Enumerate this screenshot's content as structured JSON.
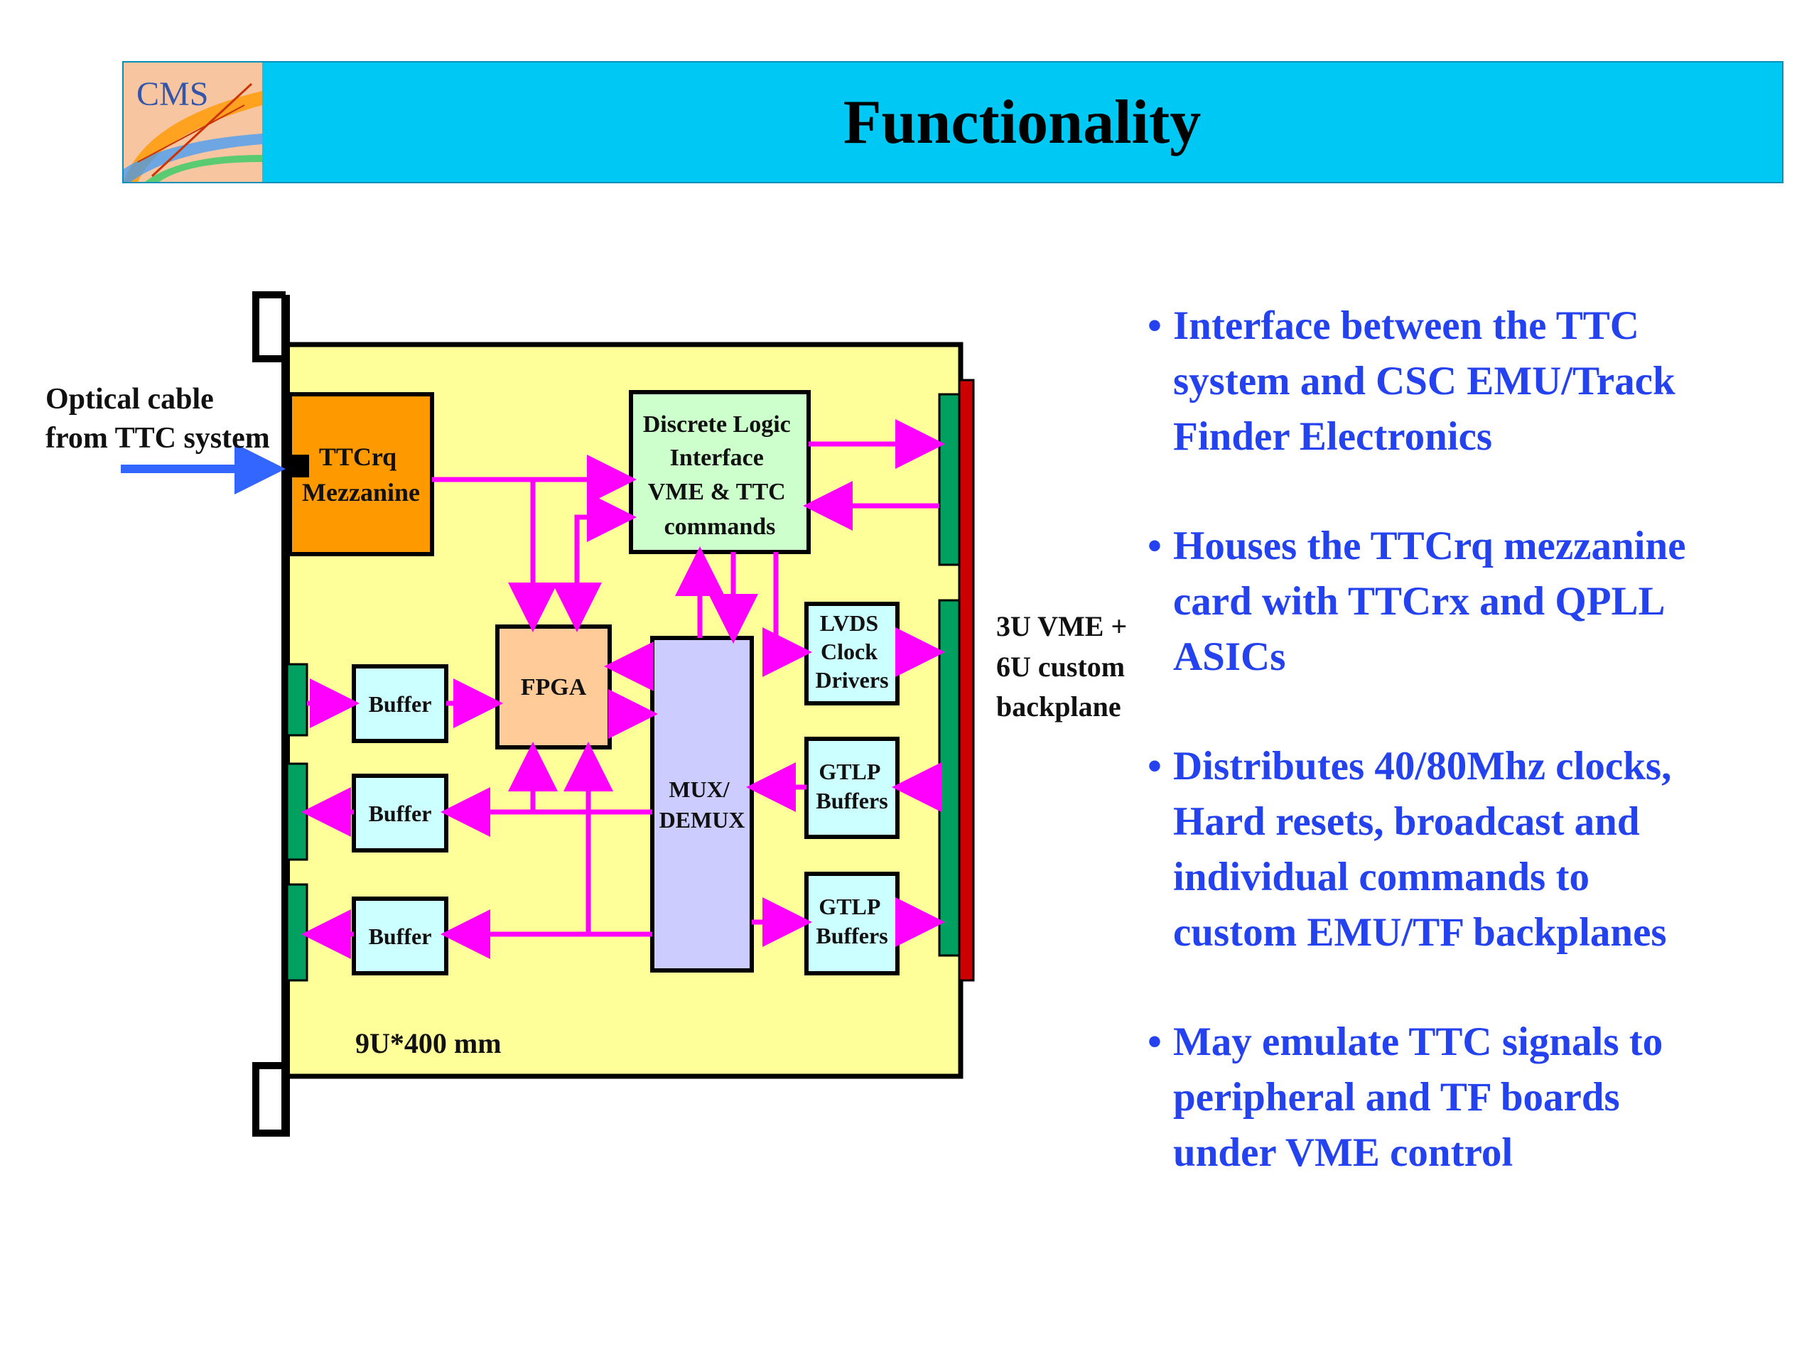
{
  "header": {
    "title": "Functionality",
    "logo_text": "CMS"
  },
  "diagram": {
    "optical_label": [
      "Optical cable",
      "from TTC system"
    ],
    "ttcrq": [
      "TTCrq",
      "Mezzanine"
    ],
    "discrete": [
      "Discrete Logic",
      "Interface",
      "VME & TTC",
      "commands"
    ],
    "fpga": "FPGA",
    "mux": [
      "MUX/",
      "DEMUX"
    ],
    "lvds": [
      "LVDS",
      "Clock",
      "Drivers"
    ],
    "gtlp1": [
      "GTLP",
      "Buffers"
    ],
    "gtlp2": [
      "GTLP",
      "Buffers"
    ],
    "buffer_label": "Buffer",
    "backplane_label": [
      "3U VME +",
      "6U custom",
      "backplane"
    ],
    "size_label": "9U*400 mm",
    "colors": {
      "board": "#ffff99",
      "ttcrq": "#ff9900",
      "discrete": "#ccffcc",
      "fpga": "#ffcc99",
      "mux": "#ccccff",
      "buffer": "#ccffff",
      "connector": "#00a060",
      "signal": "#ff00ff",
      "optical": "#3366ff",
      "backplane_edge": "#cc0000"
    }
  },
  "bullets": [
    {
      "lines": [
        "Interface between the TTC",
        "system and CSC EMU/Track",
        "Finder Electronics"
      ]
    },
    {
      "lines": [
        "Houses the TTCrq mezzanine",
        "card  with TTCrx and QPLL",
        "ASICs"
      ]
    },
    {
      "lines": [
        "Distributes 40/80Mhz clocks,",
        "Hard  resets, broadcast and",
        "individual  commands  to",
        "custom EMU/TF backplanes"
      ]
    },
    {
      "lines": [
        "May emulate TTC signals to",
        "peripheral and TF  boards",
        "under  VME  control"
      ]
    }
  ]
}
